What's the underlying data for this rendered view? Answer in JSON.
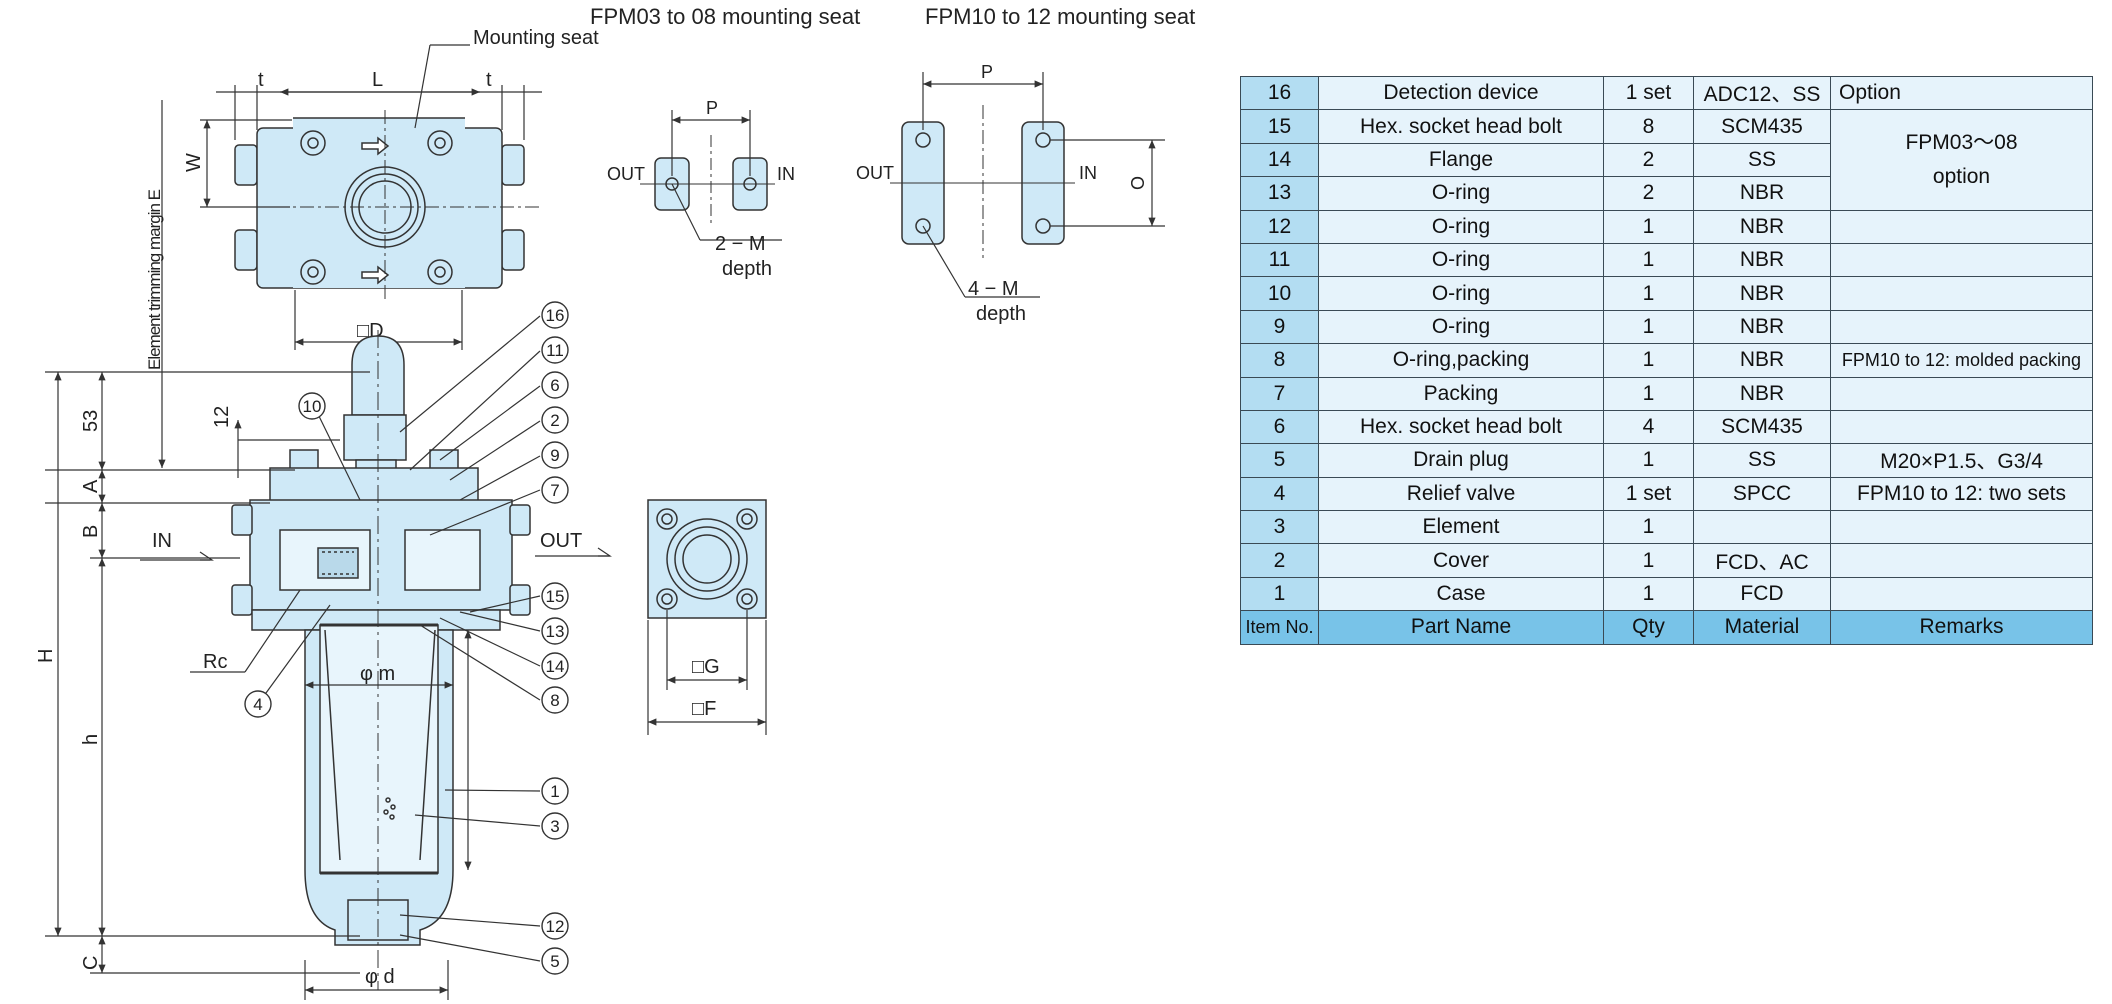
{
  "titles": {
    "seat_small": "FPM03 to 08 mounting seat",
    "seat_large": "FPM10 to 12 mounting seat"
  },
  "top_view": {
    "mounting_seat": "Mounting seat",
    "t_left": "t",
    "t_right": "t",
    "L": "L",
    "W": "W",
    "D": "□D"
  },
  "side_view": {
    "element_margin": "Element trimming margin  E",
    "dim_53": "53",
    "dim_12": "12",
    "A": "A",
    "B": "B",
    "H": "H",
    "h": "h",
    "C": "C",
    "IN": "IN",
    "OUT": "OUT",
    "Rc": "Rc",
    "phi_m": "φ m",
    "phi_d": "φ d"
  },
  "callouts": [
    "16",
    "11",
    "6",
    "2",
    "9",
    "7",
    "10",
    "15",
    "13",
    "14",
    "8",
    "4",
    "1",
    "3",
    "12",
    "5"
  ],
  "seat_small": {
    "OUT": "OUT",
    "IN": "IN",
    "P": "P",
    "screw": "2 − M",
    "depth": "depth"
  },
  "seat_large": {
    "OUT": "OUT",
    "IN": "IN",
    "P": "P",
    "O": "O",
    "screw": "4 − M",
    "depth": "depth"
  },
  "bottom_view": {
    "G": "□G",
    "F": "□F"
  },
  "parts_table": {
    "rows": [
      {
        "no": "16",
        "name": "Detection device",
        "qty": "1 set",
        "material": "ADC12、SS",
        "remarks": "Option"
      },
      {
        "no": "15",
        "name": "Hex. socket head bolt",
        "qty": "8",
        "material": "SCM435",
        "remarks": "FPM03～08 option"
      },
      {
        "no": "14",
        "name": "Flange",
        "qty": "2",
        "material": "SS",
        "remarks": ""
      },
      {
        "no": "13",
        "name": "O-ring",
        "qty": "2",
        "material": "NBR",
        "remarks": ""
      },
      {
        "no": "12",
        "name": "O-ring",
        "qty": "1",
        "material": "NBR",
        "remarks": ""
      },
      {
        "no": "11",
        "name": "O-ring",
        "qty": "1",
        "material": "NBR",
        "remarks": ""
      },
      {
        "no": "10",
        "name": "O-ring",
        "qty": "1",
        "material": "NBR",
        "remarks": ""
      },
      {
        "no": "9",
        "name": "O-ring",
        "qty": "1",
        "material": "NBR",
        "remarks": ""
      },
      {
        "no": "8",
        "name": "O-ring,packing",
        "qty": "1",
        "material": "NBR",
        "remarks": "FPM10 to 12: molded packing"
      },
      {
        "no": "7",
        "name": "Packing",
        "qty": "1",
        "material": "NBR",
        "remarks": ""
      },
      {
        "no": "6",
        "name": "Hex. socket head bolt",
        "qty": "4",
        "material": "SCM435",
        "remarks": ""
      },
      {
        "no": "5",
        "name": "Drain plug",
        "qty": "1",
        "material": "SS",
        "remarks": "M20×P1.5、G3/4"
      },
      {
        "no": "4",
        "name": "Relief valve",
        "qty": "1 set",
        "material": "SPCC",
        "remarks": "FPM10 to 12: two sets"
      },
      {
        "no": "3",
        "name": "Element",
        "qty": "1",
        "material": "",
        "remarks": ""
      },
      {
        "no": "2",
        "name": "Cover",
        "qty": "1",
        "material": "FCD、AC",
        "remarks": ""
      },
      {
        "no": "1",
        "name": "Case",
        "qty": "1",
        "material": "FCD",
        "remarks": ""
      }
    ],
    "remarks_merged_line1": "FPM03～08",
    "remarks_merged_line2": "option",
    "header": {
      "no": "Item No.",
      "name": "Part Name",
      "qty": "Qty",
      "material": "Material",
      "remarks": "Remarks"
    }
  }
}
